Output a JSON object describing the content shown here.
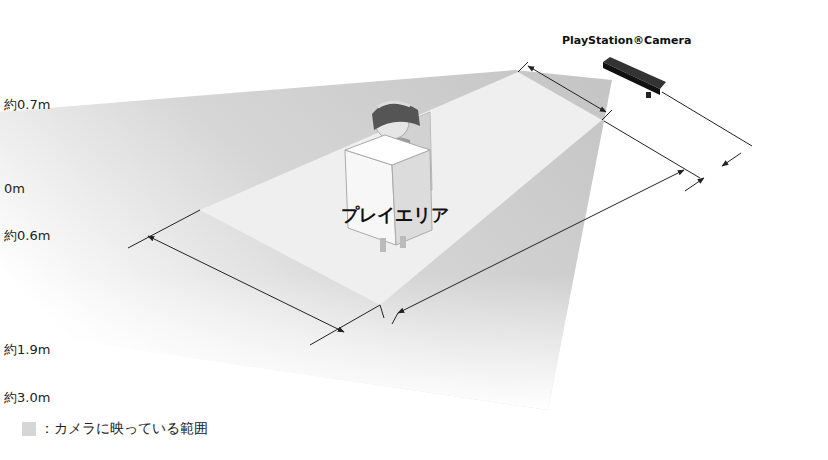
{
  "diagram": {
    "nodes": [
      {
        "text": [
          "PlayStation®Camera"
        ]
      },
      {
        "text": [
          "プレイエリア"
        ]
      }
    ],
    "labels": [
      "約0.7m",
      "0m",
      "約0.6m",
      "約1.9m",
      "約3.0m"
    ],
    "legend": [
      {
        "text": "：カメラに映っている範囲",
        "color": "#d6d6d6"
      }
    ]
  }
}
